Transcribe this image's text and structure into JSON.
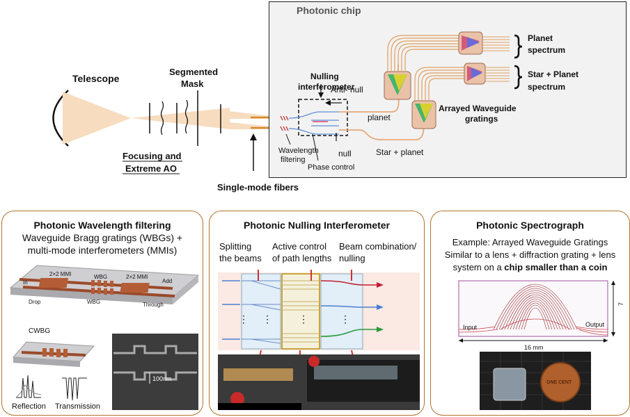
{
  "top": {
    "telescope": "Telescope",
    "segmented_mask": [
      "Segmented",
      "Mask"
    ],
    "focusing": [
      "Focusing and",
      "Extreme AO"
    ],
    "single_mode_fibers": "Single-mode fibers",
    "chip_title": "Photonic chip",
    "nulling": [
      "Nulling",
      "interferometer"
    ],
    "anti_null": "Anti- null",
    "planet": "planet",
    "null": "null",
    "wavelength_filtering": [
      "Wavelength",
      "filtering"
    ],
    "phase_control": "Phase control",
    "star_planet_path": "Star + planet",
    "awg": [
      "Arrayed Waveguide",
      "gratings"
    ],
    "planet_spectrum": [
      "Planet",
      "spectrum"
    ],
    "star_planet_spectrum": [
      "Star + Planet",
      "spectrum"
    ]
  },
  "panels": {
    "left": {
      "title": "Photonic Wavelength filtering",
      "subtitle": [
        "Waveguide Bragg gratings (WBGs) +",
        "multi-mode interferometers (MMIs)"
      ],
      "device_labels": [
        "In",
        "2×2 MMI",
        "WBG",
        "2×2 MMI",
        "Add",
        "Drop",
        "WBG",
        "Through"
      ],
      "cwbg": "CWBG",
      "reflection": "Reflection",
      "transmission": "Transmission",
      "scale": "100nm"
    },
    "middle": {
      "title": "Photonic Nulling Interferometer",
      "col1": [
        "Splitting",
        "the beams"
      ],
      "col2": [
        "Active control",
        "of path lengths"
      ],
      "col3": [
        "Beam combination/",
        "nulling"
      ],
      "dots": "⋮"
    },
    "right": {
      "title": "Photonic Spectrograph",
      "line1": "Example: Arrayed Waveguide Gratings",
      "line2": "Similar to a lens + diffraction grating + lens",
      "line3_pre": "system on a ",
      "line3_bold": "chip smaller than a coin",
      "input": "Input",
      "output": "Output",
      "width": "16 mm",
      "height": "7 mm",
      "coin": "ONE CENT"
    }
  },
  "colors": {
    "panel_border": "#b0712e",
    "beam": "#f7dcbf",
    "waveguide": "#e0a060",
    "awg_box": "#e9c2a8",
    "spectro": "#8b1a1a"
  }
}
